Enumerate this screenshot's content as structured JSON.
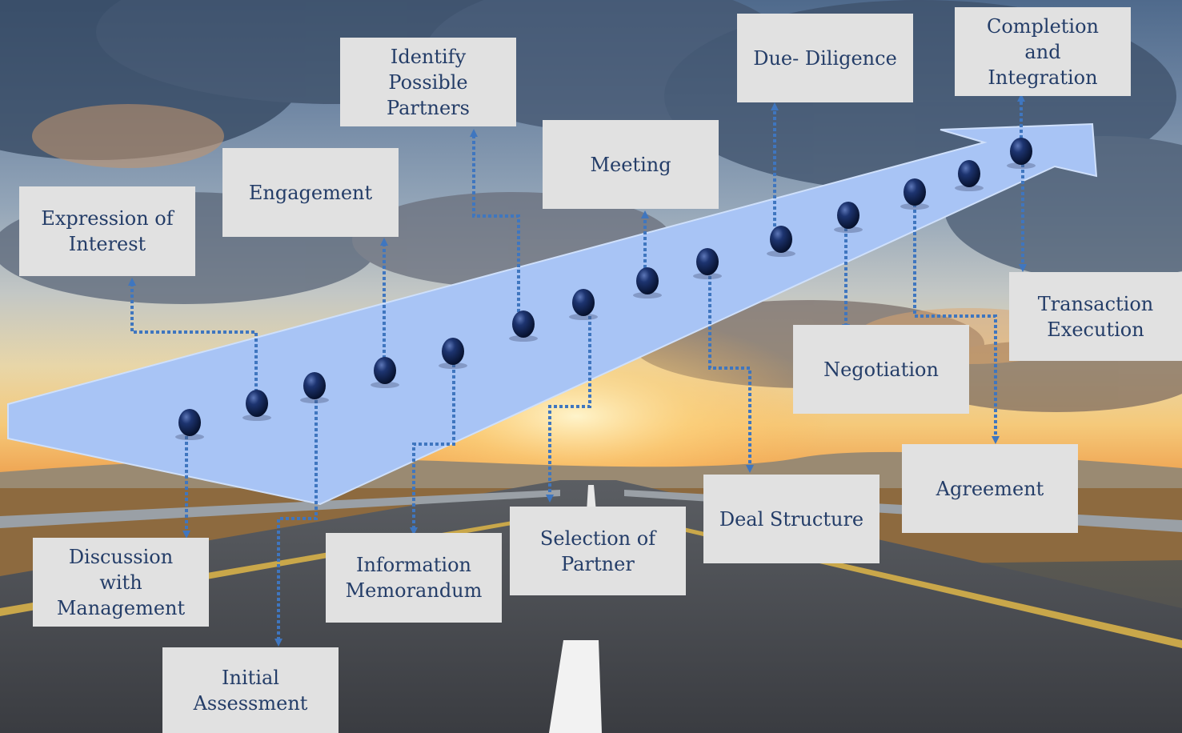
{
  "diagram": {
    "steps": {
      "expression_of_interest": "Expression of\nInterest",
      "engagement": "Engagement",
      "identify_possible_partners": "Identify\nPossible\nPartners",
      "meeting": "Meeting",
      "due_diligence": "Due- Diligence",
      "completion_and_integration": "Completion\nand\nIntegration",
      "transaction_execution": "Transaction\nExecution",
      "negotiation": "Negotiation",
      "agreement": "Agreement",
      "deal_structure": "Deal Structure",
      "selection_of_partner": "Selection of\nPartner",
      "information_memorandum": "Information\nMemorandum",
      "discussion_with_management": "Discussion\nwith\nManagement",
      "initial_assessment": "Initial\nAssessment"
    },
    "colors": {
      "box_fill": "#e1e1e1",
      "box_text": "#243d68",
      "arrow_fill": "#a8c4f5",
      "connector": "#3f76bf",
      "bead": "#0d1d47"
    }
  }
}
